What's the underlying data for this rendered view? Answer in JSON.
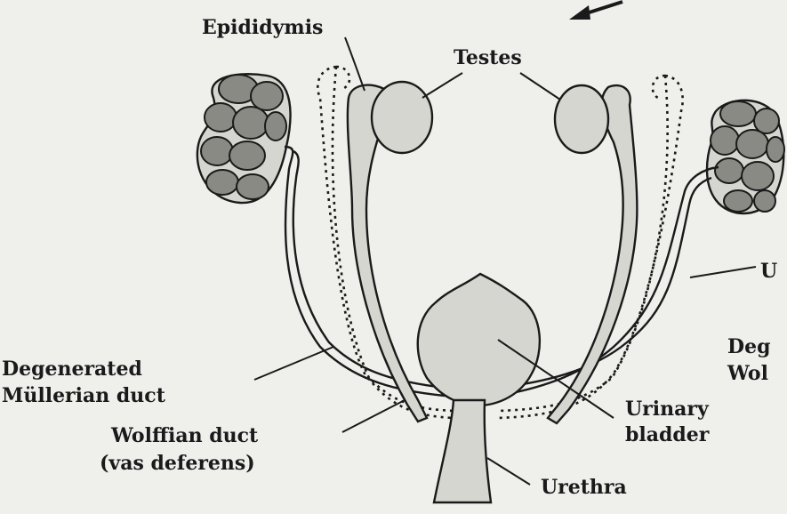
{
  "labels": {
    "epididymis": "Epididymis",
    "testes": "Testes",
    "ureter_partial": "U",
    "degenerated_wolffian_partial_1": "Deg",
    "degenerated_wolffian_partial_2": "Wol",
    "degenerated_mullerian_1": "Degenerated",
    "degenerated_mullerian_2": "Müllerian duct",
    "wolffian_1": "Wolffian duct",
    "wolffian_2": "(vas deferens)",
    "urinary_1": "Urinary",
    "urinary_2": "bladder",
    "urethra": "Urethra"
  },
  "colors": {
    "paper": "#efefec",
    "ink": "#1a1a1a",
    "organ_fill": "#d6d6d0",
    "kidney_lobe": "#8a8a84"
  }
}
